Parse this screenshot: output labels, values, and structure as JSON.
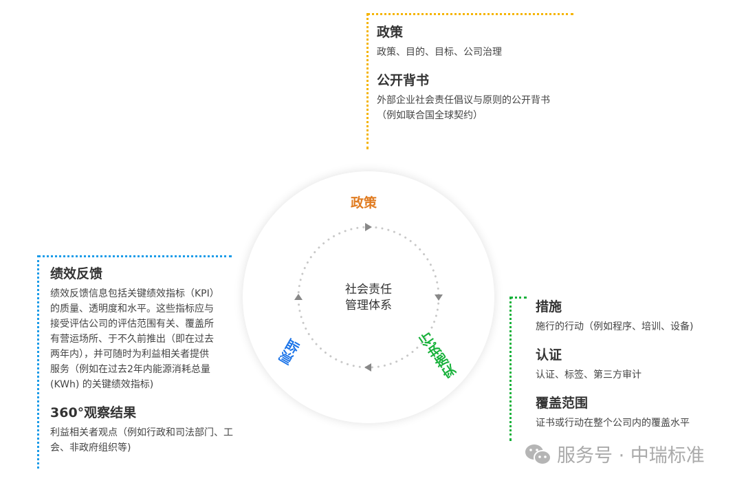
{
  "top_box": {
    "sections": [
      {
        "title": "政策",
        "lines": [
          "政策、目的、目标、公司治理"
        ]
      },
      {
        "title": "公开背书",
        "lines": [
          "外部企业社会责任倡议与原则的公开背书",
          "（例如联合国全球契约）"
        ]
      }
    ]
  },
  "left_box": {
    "sections": [
      {
        "title": "绩效反馈",
        "lines": [
          "绩效反馈信息包括关键绩效指标（KPI）",
          "的质量、透明度和水平。这些指标应与",
          "接受评估公司的评估范围有关、覆盖所",
          "有营运场所、于不久前推出（即在过去",
          "两年内），并可随时为利益相关者提供",
          "服务（例如在过去2年内能源消耗总量",
          "(KWh) 的关键绩效指标)"
        ]
      },
      {
        "title": "360°观察结果",
        "lines": [
          "利益相关者观点（例如行政和司法部门、工",
          "会、非政府组织等)"
        ]
      }
    ]
  },
  "right_box": {
    "sections": [
      {
        "title": "措施",
        "lines": [
          "施行的行动（例如程序、培训、设备)"
        ]
      },
      {
        "title": "认证",
        "lines": [
          "认证、标签、第三方审计"
        ]
      },
      {
        "title": "覆盖范围",
        "lines": [
          "证书或行动在整个公司内的覆盖水平"
        ]
      }
    ]
  },
  "cycle": {
    "center_lines": [
      "社会责任",
      "管理体系"
    ],
    "label_top": "政策",
    "label_right": "实施执行",
    "label_left": "监测"
  },
  "colors": {
    "orange": "#f5b400",
    "orange_text": "#e07b20",
    "green": "#17b13a",
    "blue": "#1a73e8"
  },
  "watermark": {
    "text": "服务号 · 中瑞标准",
    "icon": "wechat-icon"
  }
}
